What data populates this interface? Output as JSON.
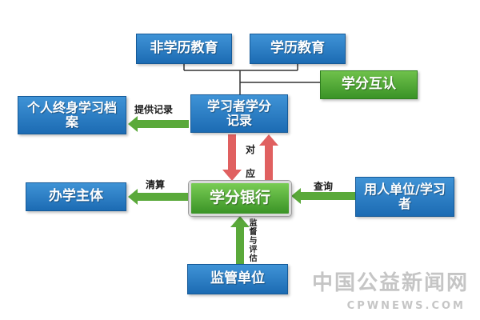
{
  "nodes": {
    "non_degree": "非学历教育",
    "degree": "学历教育",
    "mutual_recognition": "学分互认",
    "learner_record": "学习者学分记录",
    "lifelong_archive": "个人终身学习档案",
    "credit_bank": "学分银行",
    "school_entity": "办学主体",
    "employer_learner": "用人单位/学习者",
    "supervisor": "监管单位"
  },
  "edges": {
    "provide_record": "提供记录",
    "correspond": "对应",
    "settle": "清算",
    "query": "查询",
    "supervise_evaluate": "监督与评估"
  },
  "watermark": {
    "site_name": "中国公益新闻网",
    "site_url": "CPWNEWS.COM"
  }
}
